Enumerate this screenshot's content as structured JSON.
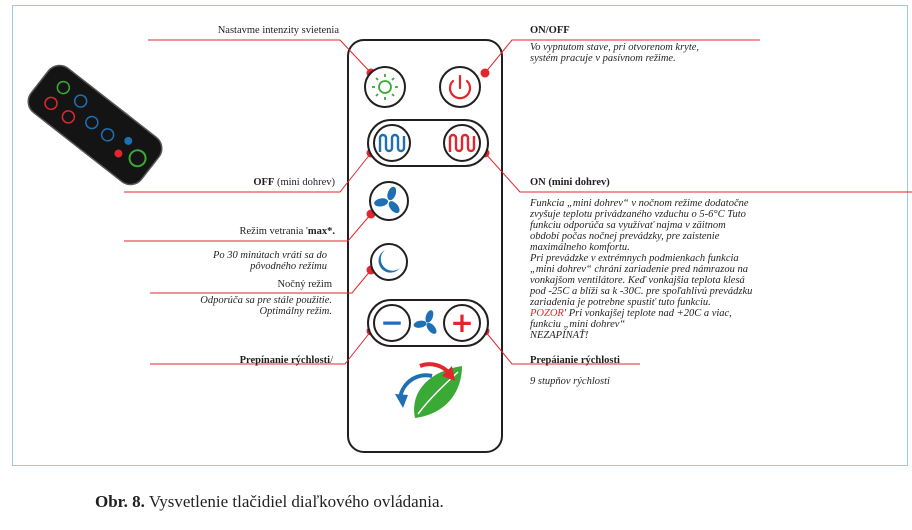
{
  "left_labels": {
    "intensity": "Nastavme intenzity svietenia",
    "off_bold": "OFF",
    "off_rest": " (mini dohrev)",
    "max_a": "Režim vetrania '",
    "max_b": "max*.",
    "max_note_1": "Po 30 minútach vráti sa do",
    "max_note_2": "pôvodného režimu",
    "night": "Nočný režim",
    "night_note_1": "Odporúča sa pre stále použitie.",
    "night_note_2": "Optimálny režim.",
    "speed_switch": "Prepínanie rýchlosti",
    "speed_switch_slash": "/"
  },
  "right_labels": {
    "onoff_title": "ON/OFF",
    "onoff_1": "Vo vypnutom stave, pri otvorenom kryte,",
    "onoff_2": "systém pracuje v pasívnom režime.",
    "on_title": "ON (mini dohrev)",
    "on_lines": [
      "Funkcia „mini dohrev“ v nočnom režime dodatočne",
      "zvyšuje teplotu privádzaného vzduchu o 5-6°C Tuto",
      "funkciu odporúča sa využívať najma v zäitnom",
      "období počas nočnej prevádzky, pre zaistenie",
      "maximálneho komfortu.",
      "Pri prevádzke v extrémnych podmienkach funkcia",
      "„mini dohrev“ chráni zariadenie pred námrazou na",
      "vonkajšom ventilátore. Keď vonkajšia teplota klesá",
      "pod -25C a blíži sa k -30C. pre spoľahlivú prevádzku",
      "zariadenia je potrebne spustiť tuto funkciu."
    ],
    "pozor_label": "POZOR",
    "pozor_rest": "' Pri vonkajšej teplote nad +20C a viac,",
    "pozor_2": "funkciu „mini dohrev“",
    "pozor_3": "NEZAPÍNAŤ!",
    "speed_title": "Prepáianie rýchlosti",
    "speed_note": "9 stupňov rýchlosti"
  },
  "remote_buttons": {
    "minus": "−",
    "plus": "+"
  },
  "caption": {
    "label": "Obr. 8.",
    "text": " Vysvetlenie tlačidiel diaľkového ovládania."
  },
  "colors": {
    "accent_red": "#e3262d",
    "green": "#3aa935",
    "blue": "#1f6fb5",
    "frame": "#9fc6e4"
  },
  "icons": [
    "sun-icon",
    "power-icon",
    "heater-coil-icon",
    "fan-icon",
    "moon-icon",
    "recirculation-leaf-icon"
  ]
}
